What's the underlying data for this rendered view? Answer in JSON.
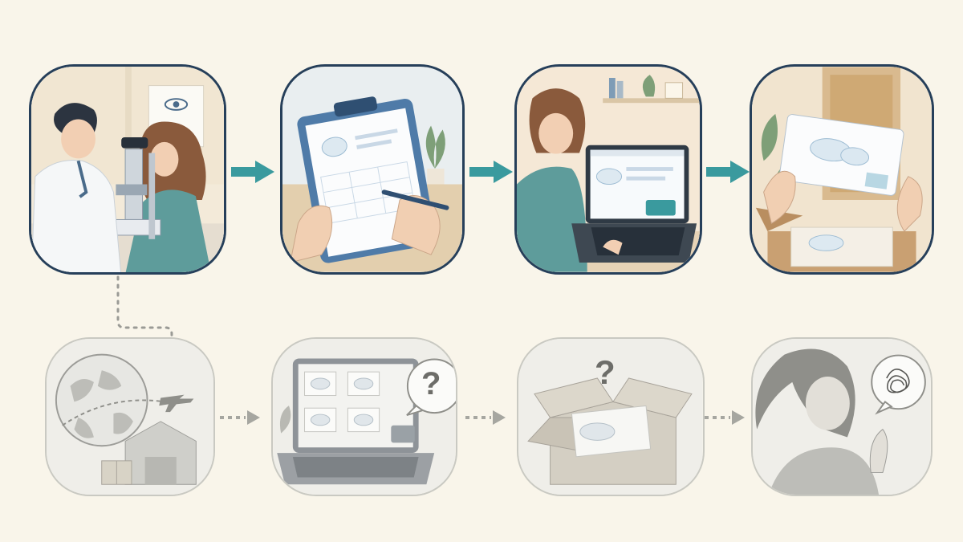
{
  "title": "",
  "question_marks": [
    "?",
    "?"
  ],
  "colors": {
    "background": "#f9f5ea",
    "top_border": "#263f5a",
    "accent_teal": "#3a9a9e",
    "faded_border": "#c9c9c2",
    "faded_gray": "#b8b8b2"
  },
  "steps_top": [
    {
      "icon": "eye-exam-icon",
      "scene": "optometrist-exam"
    },
    {
      "icon": "prescription-clipboard-icon",
      "scene": "prescription-form"
    },
    {
      "icon": "online-shopping-icon",
      "scene": "laptop-order"
    },
    {
      "icon": "contact-lens-box-icon",
      "scene": "package-delivery"
    }
  ],
  "steps_bottom": [
    {
      "icon": "globe-shipping-icon",
      "scene": "overseas-warehouse"
    },
    {
      "icon": "uncertain-shop-icon",
      "scene": "laptop-with-question"
    },
    {
      "icon": "uncertain-package-icon",
      "scene": "open-box-with-question"
    },
    {
      "icon": "confused-person-icon",
      "scene": "person-tangled-thought"
    }
  ]
}
